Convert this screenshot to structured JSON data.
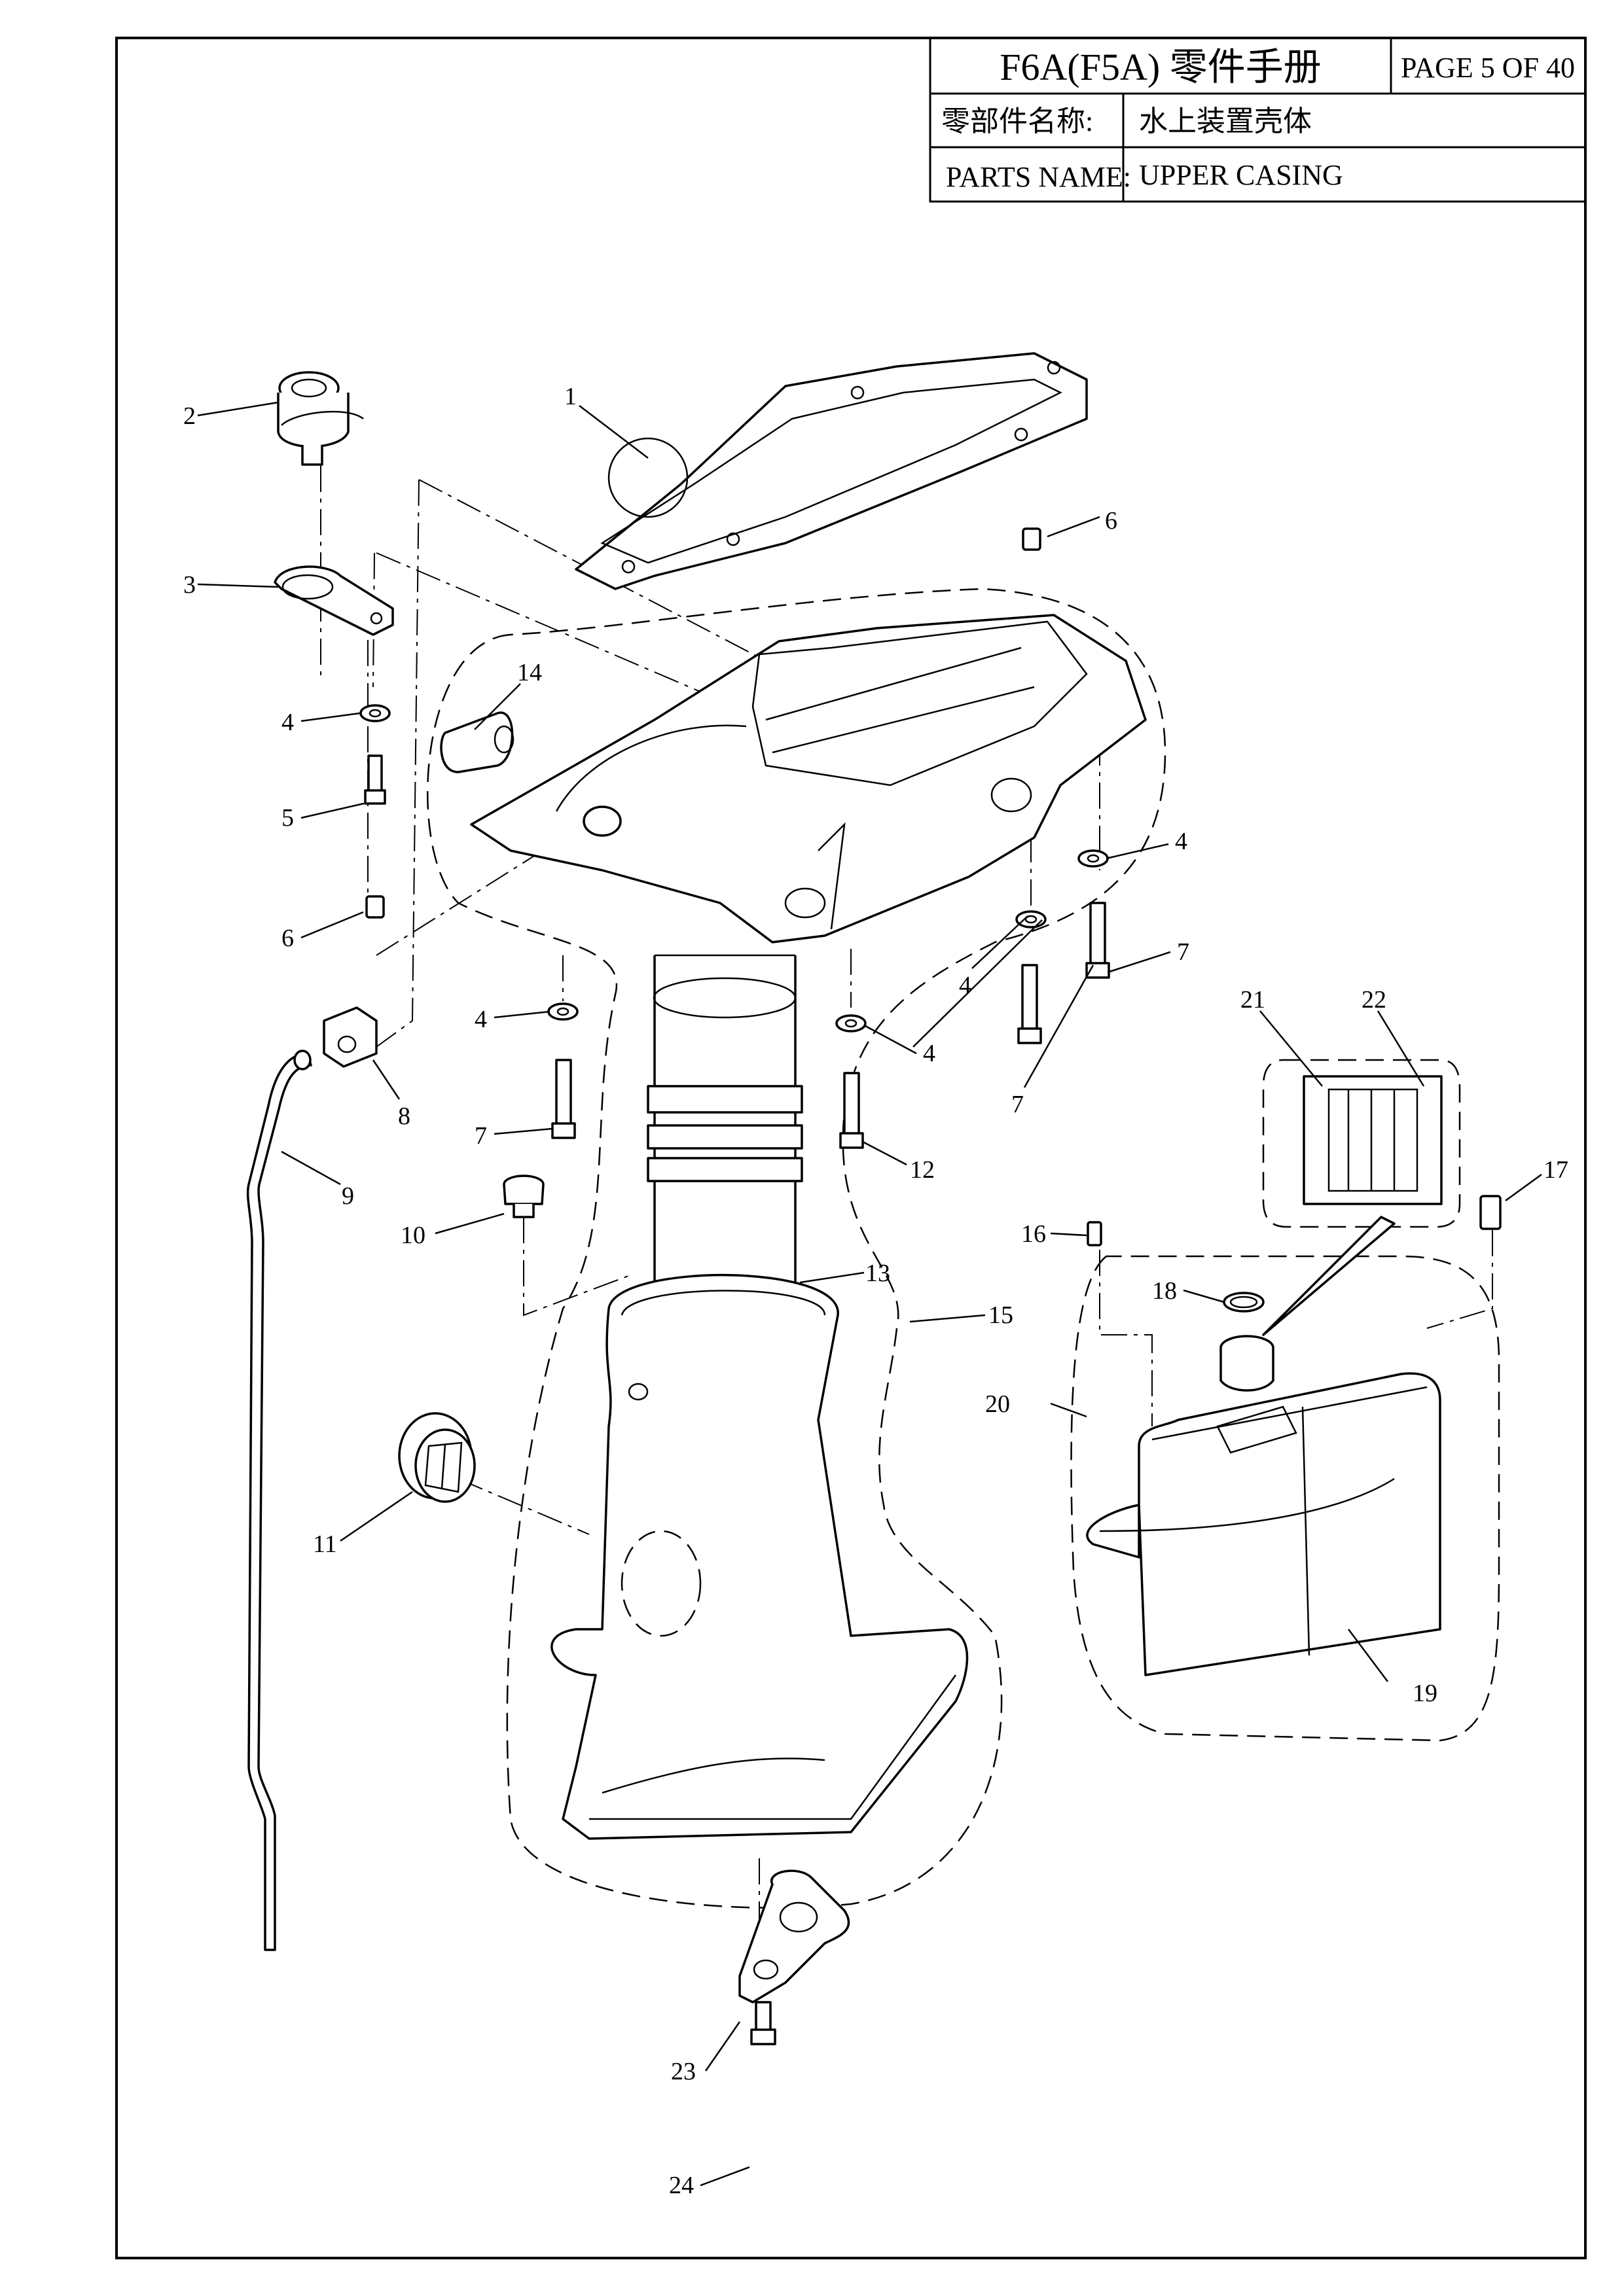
{
  "title_block": {
    "title": "F6A(F5A) 零件手册",
    "page": "PAGE 5 OF 40",
    "name_label_cn": "零部件名称:",
    "name_value_cn": "水上装置壳体",
    "name_label_en": "PARTS NAME:",
    "name_value_en": "UPPER CASING"
  },
  "callouts": {
    "c1": "1",
    "c2": "2",
    "c3": "3",
    "c4a": "4",
    "c4b": "4",
    "c4c": "4",
    "c4d": "4",
    "c5": "5",
    "c6a": "6",
    "c6b": "6",
    "c7a": "7",
    "c7b": "7",
    "c7c": "7",
    "c8": "8",
    "c9": "9",
    "c10": "10",
    "c11": "11",
    "c12": "12",
    "c13": "13",
    "c14": "14",
    "c15": "15",
    "c16": "16",
    "c17": "17",
    "c18": "18",
    "c19": "19",
    "c20": "20",
    "c21": "21",
    "c22": "22",
    "c23": "23",
    "c24": "24"
  }
}
